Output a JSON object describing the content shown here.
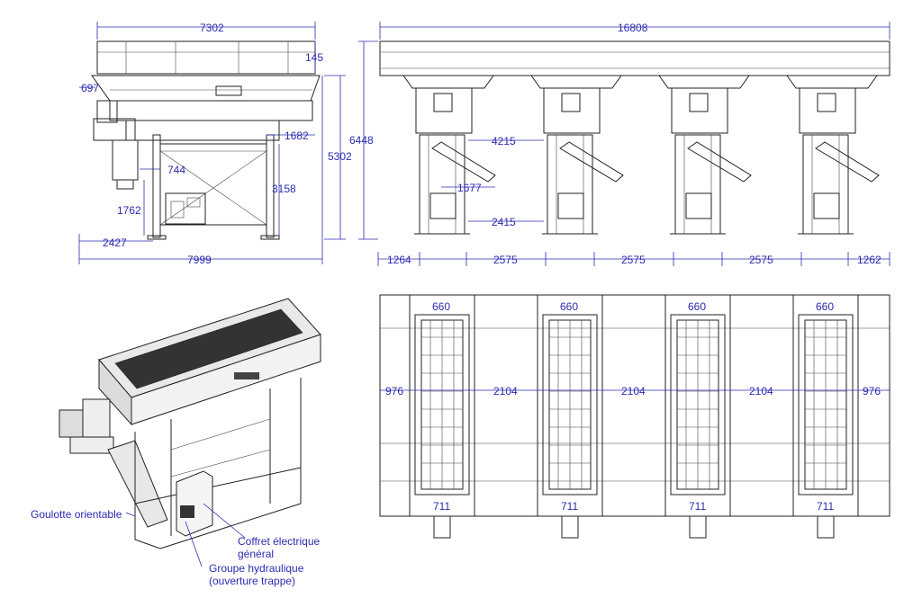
{
  "side_view": {
    "dims": {
      "width_top": "7302",
      "height_145": "145",
      "offset_697": "697",
      "dim_1682": "1682",
      "dim_744": "744",
      "dim_3158": "3158",
      "dim_1762": "1762",
      "dim_2427": "2427",
      "total_width": "7999",
      "height_5302": "5302"
    }
  },
  "front_view": {
    "dims": {
      "total_width": "16808",
      "height_6448": "6448",
      "dim_4215": "4215",
      "dim_1677": "1677",
      "dim_2415": "2415",
      "left_1264": "1264",
      "spacing_1": "2575",
      "spacing_2": "2575",
      "spacing_3": "2575",
      "right_1262": "1262"
    }
  },
  "top_view": {
    "dims": {
      "top_660": [
        "660",
        "660",
        "660",
        "660"
      ],
      "bottom_711": [
        "711",
        "711",
        "711",
        "711"
      ],
      "left_976": "976",
      "gap_2104": [
        "2104",
        "2104",
        "2104"
      ],
      "right_976": "976"
    }
  },
  "iso_view": {
    "labels": {
      "chute": "Goulotte orientable",
      "electrical_line1": "Coffret électrique",
      "electrical_line2": "général",
      "hydraulic_line1": "Groupe hydraulique",
      "hydraulic_line2": "(ouverture trappe)"
    }
  },
  "colors": {
    "dimension_text": "#2b2bb0",
    "drawing_lines": "#222222"
  }
}
